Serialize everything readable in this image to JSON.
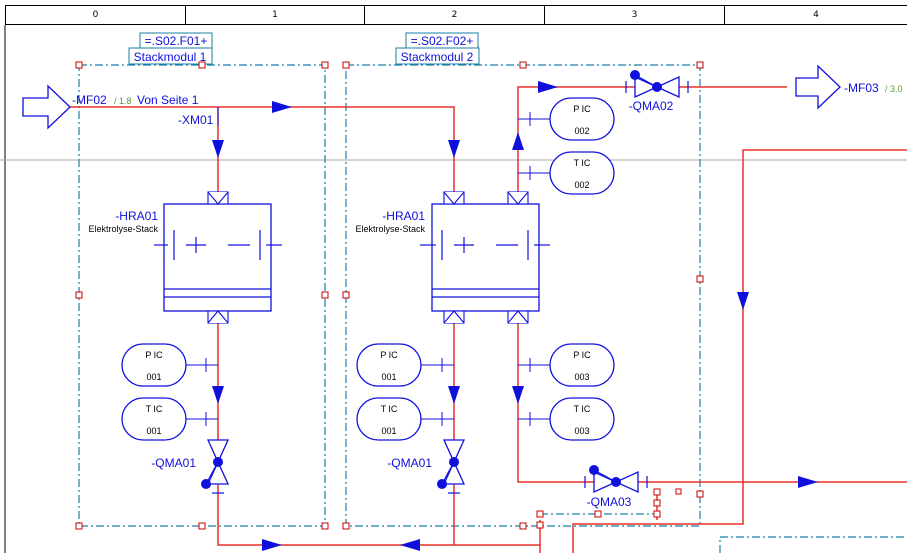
{
  "ruler": {
    "columns": [
      "0",
      "1",
      "2",
      "3",
      "4"
    ]
  },
  "modules": [
    {
      "id": "=.S02.F01+",
      "name": "Stackmodul 1"
    },
    {
      "id": "=.S02.F02+",
      "name": "Stackmodul 2"
    }
  ],
  "connectors": {
    "inlet": {
      "tag": "-MF02",
      "page": "/ 1.8",
      "desc": "Von Seite 1"
    },
    "outlet": {
      "tag": "-MF03",
      "page": "/ 3.0"
    }
  },
  "junction": {
    "tag": "-XM01"
  },
  "stacks": [
    {
      "tag": "-HRA01",
      "desc": "Elektrolyse-Stack"
    },
    {
      "tag": "-HRA01",
      "desc": "Elektrolyse-Stack"
    }
  ],
  "instruments": {
    "m1_pic": {
      "type": "P IC",
      "num": "001"
    },
    "m1_tic": {
      "type": "T IC",
      "num": "001"
    },
    "m2_pic_top": {
      "type": "P IC",
      "num": "002"
    },
    "m2_tic_top": {
      "type": "T IC",
      "num": "002"
    },
    "m2_pic_left": {
      "type": "P IC",
      "num": "001"
    },
    "m2_tic_left": {
      "type": "T IC",
      "num": "001"
    },
    "m2_pic_right": {
      "type": "P IC",
      "num": "003"
    },
    "m2_tic_right": {
      "type": "T IC",
      "num": "003"
    }
  },
  "valves": {
    "m1": "-QMA01",
    "m2": "-QMA01",
    "top": "-QMA02",
    "bottom": "-QMA03"
  },
  "colors": {
    "pipe": "#e8302a",
    "symbol": "#1010dd",
    "boundary": "#1a7fa8",
    "marker": "#cc0000"
  }
}
